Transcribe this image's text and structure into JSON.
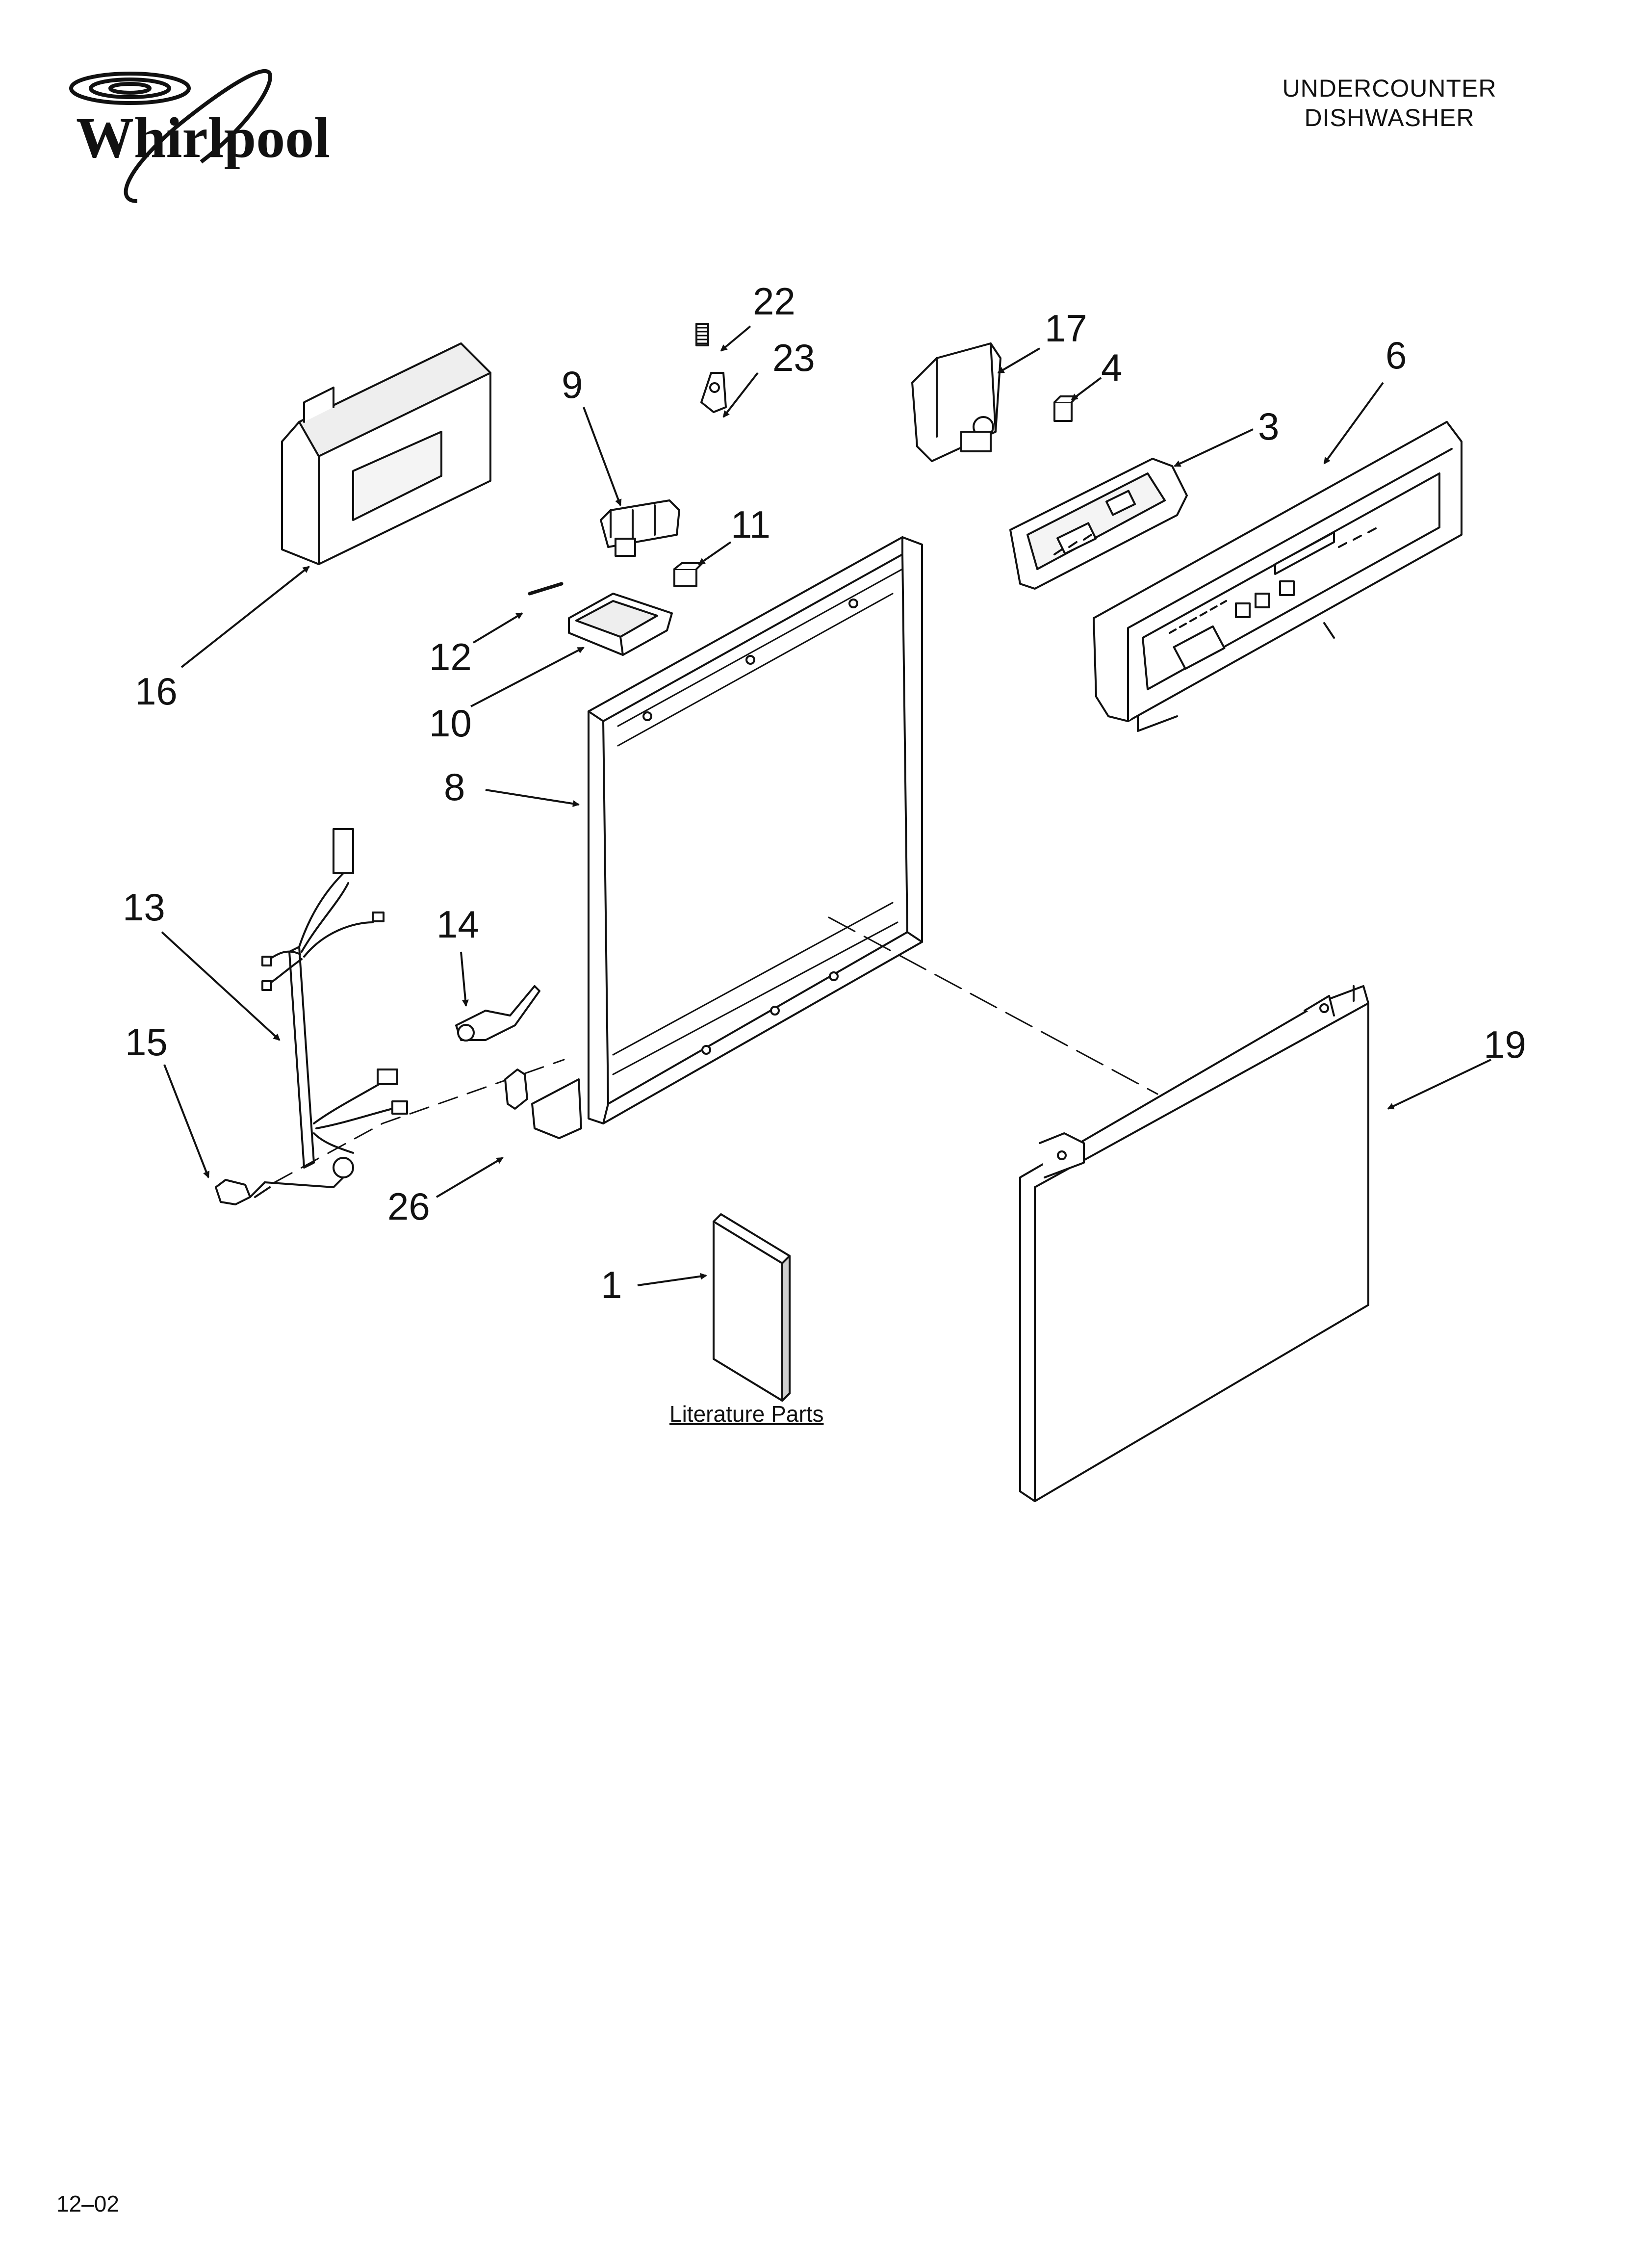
{
  "brand": {
    "name": "Whirlpool",
    "logo_icon": "whirlpool-swirl-logo"
  },
  "header": {
    "line1": "UNDERCOUNTER",
    "line2": "DISHWASHER"
  },
  "callouts": [
    {
      "id": "c22",
      "label": "22"
    },
    {
      "id": "c23",
      "label": "23"
    },
    {
      "id": "c9",
      "label": "9"
    },
    {
      "id": "c17",
      "label": "17"
    },
    {
      "id": "c4",
      "label": "4"
    },
    {
      "id": "c6",
      "label": "6"
    },
    {
      "id": "c3",
      "label": "3"
    },
    {
      "id": "c11",
      "label": "11"
    },
    {
      "id": "c12",
      "label": "12"
    },
    {
      "id": "c16",
      "label": "16"
    },
    {
      "id": "c10",
      "label": "10"
    },
    {
      "id": "c8",
      "label": "8"
    },
    {
      "id": "c13",
      "label": "13"
    },
    {
      "id": "c14",
      "label": "14"
    },
    {
      "id": "c15",
      "label": "15"
    },
    {
      "id": "c19",
      "label": "19"
    },
    {
      "id": "c26",
      "label": "26"
    },
    {
      "id": "c1",
      "label": "1"
    }
  ],
  "literature": {
    "caption": "Literature Parts"
  },
  "footer": {
    "date": "12–02"
  },
  "colors": {
    "ink": "#111111",
    "part_fill": "#ffffff",
    "shade": "#d9d9d9"
  }
}
